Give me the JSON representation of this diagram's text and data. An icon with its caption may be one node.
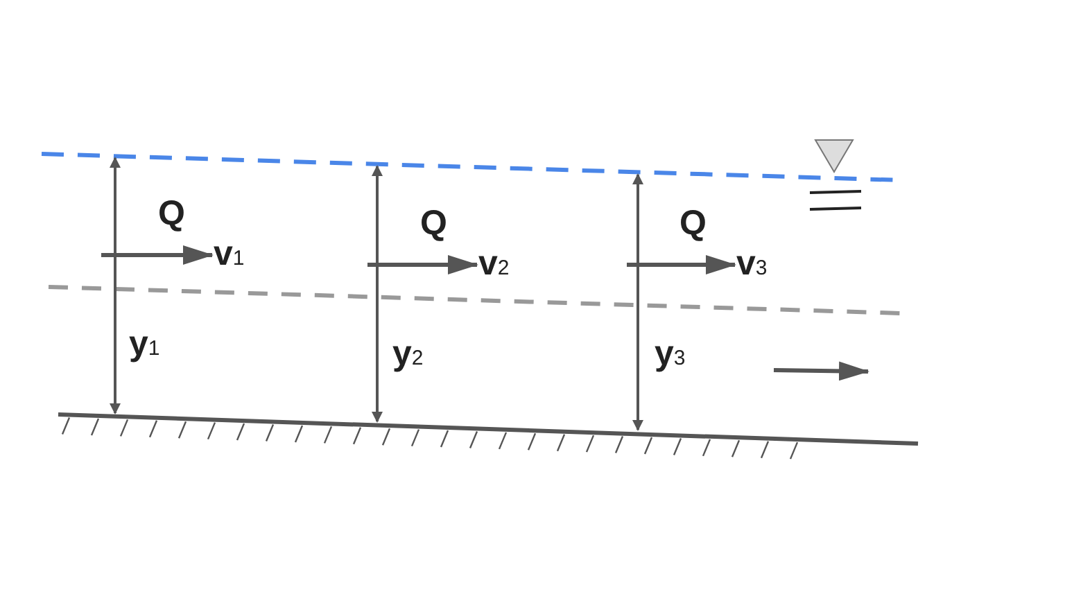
{
  "diagram": {
    "labels": [
      "Q",
      "v$_{1}$",
      "y$_{1}$",
      "Q",
      "v$_{2}$",
      "y$_{2}$",
      "Q",
      "v$_{3}$",
      "y$_{3}$"
    ]
  }
}
